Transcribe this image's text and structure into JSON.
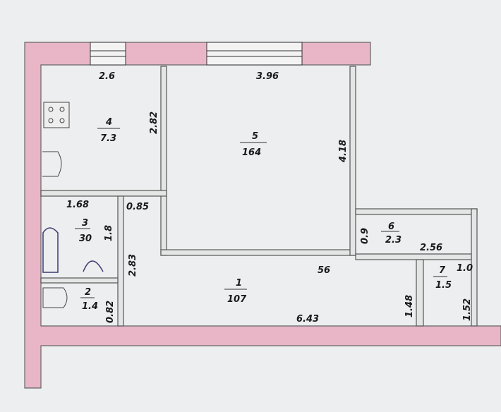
{
  "plan": {
    "rooms": [
      {
        "number": "4",
        "area": "7.3"
      },
      {
        "number": "5",
        "area": "164"
      },
      {
        "number": "3",
        "area": "30"
      },
      {
        "number": "2",
        "area": "1.4"
      },
      {
        "number": "1",
        "area": "107"
      },
      {
        "number": "6",
        "area": "2.3"
      },
      {
        "number": "7",
        "area": "1.5"
      }
    ],
    "dimensions": {
      "d1": "2.6",
      "d2": "3.96",
      "d3": "2.82",
      "d4": "4.18",
      "d5": "1.68",
      "d6": "0.85",
      "d7": "1.8",
      "d8": "2.83",
      "d9": "0.82",
      "d10": "56",
      "d11": "6.43",
      "d12": "0.9",
      "d13": "2.56",
      "d14": "1.0",
      "d15": "1.48",
      "d16": "1.52"
    },
    "colors": {
      "exterior_wall": "#e8b6c6",
      "paper": "#eceeef"
    }
  }
}
